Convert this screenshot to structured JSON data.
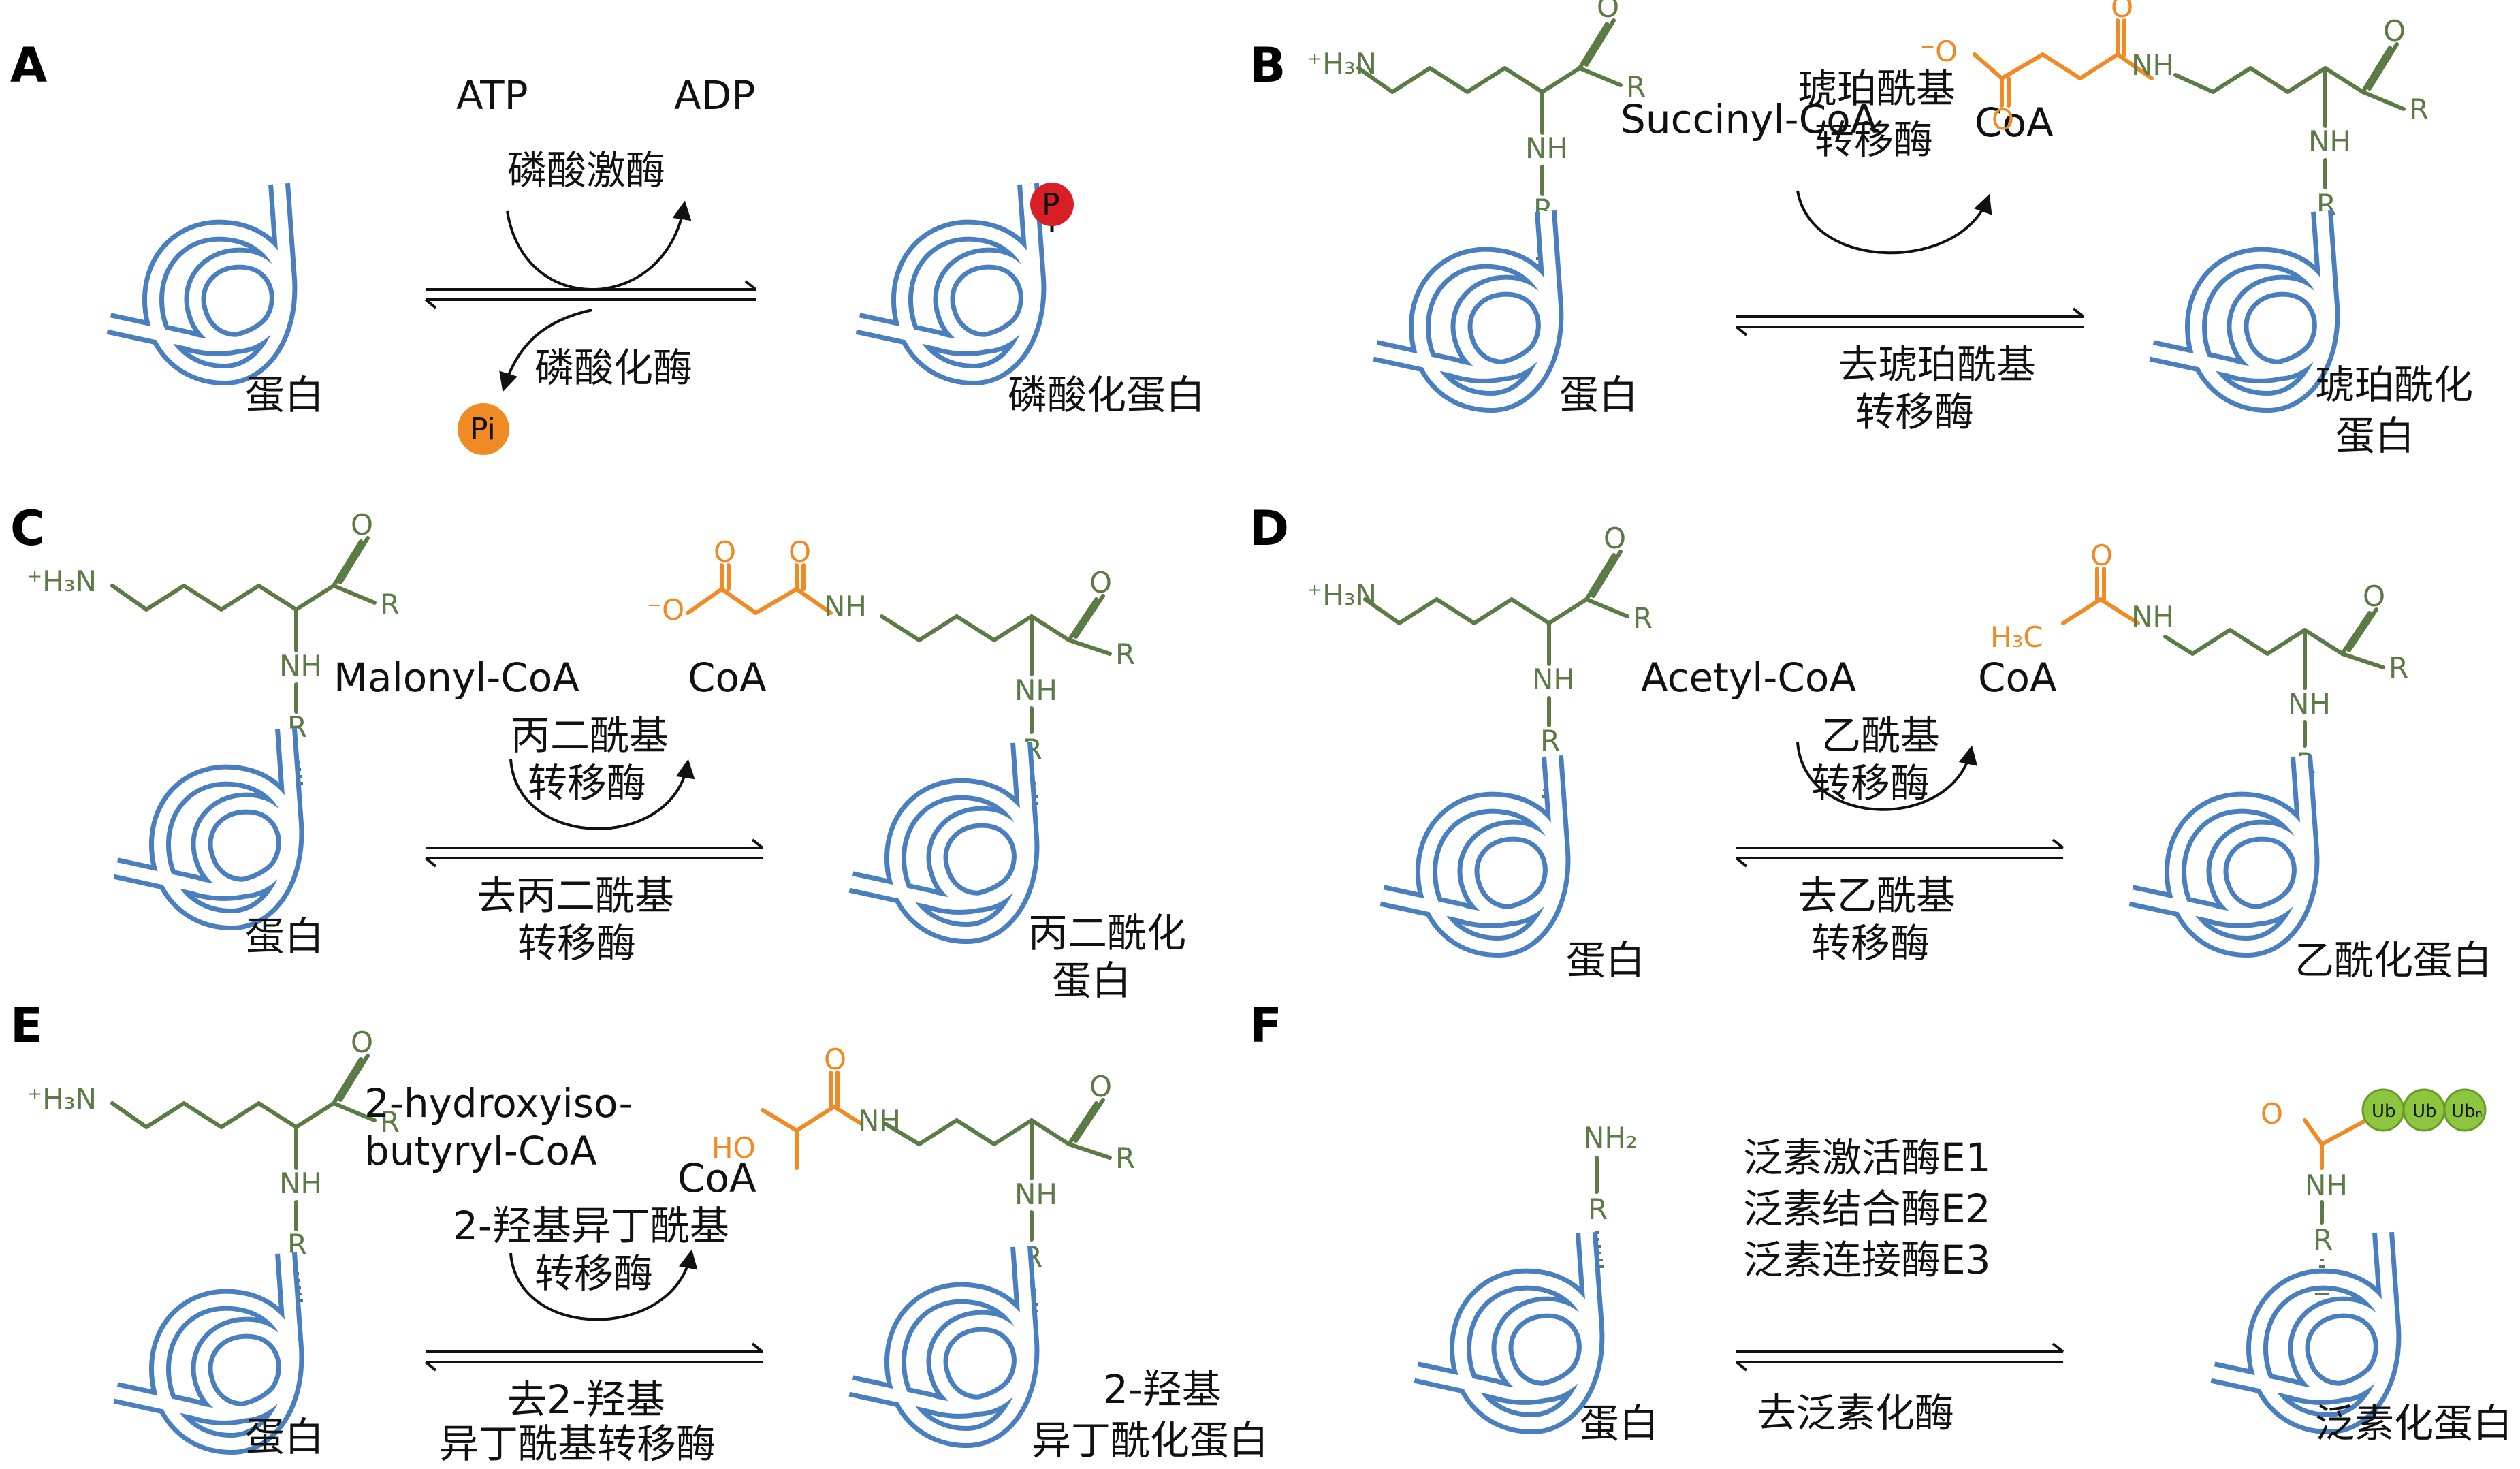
{
  "colors": {
    "protein": "#4a7fbf",
    "lysine": "#5b7a45",
    "modifier": "#f08a24",
    "phosphate": "#d81f26",
    "ubiquitin": "#8cc63f"
  },
  "icons": [
    "protein-coil-icon",
    "phosphate-ball-icon",
    "ubiquitin-ball-icon"
  ],
  "chem": {
    "h3n": "⁺H₃N",
    "o": "O",
    "r": "R",
    "nh": "NH",
    "nh2": "NH₂",
    "minus_o": "⁻O",
    "h3c": "H₃C",
    "ho": "HO",
    "p": "P",
    "pi": "Pi",
    "ub": "Ub",
    "ubn": "Ubₙ"
  },
  "panels": {
    "A": {
      "letter": "A",
      "atp": "ATP",
      "adp": "ADP",
      "kinase": "磷酸激酶",
      "phosphatase": "磷酸化酶",
      "protein": "蛋白",
      "product": "磷酸化蛋白"
    },
    "B": {
      "letter": "B",
      "donor": "Succinyl-CoA",
      "coa": "CoA",
      "enzyme1": "琥珀酰基",
      "enzyme2": "转移酶",
      "rev1": "去琥珀酰基",
      "rev2": "转移酶",
      "protein": "蛋白",
      "product1": "琥珀酰化",
      "product2": "蛋白"
    },
    "C": {
      "letter": "C",
      "donor": "Malonyl-CoA",
      "coa": "CoA",
      "enzyme1": "丙二酰基",
      "enzyme2": "转移酶",
      "rev1": "去丙二酰基",
      "rev2": "转移酶",
      "protein": "蛋白",
      "product1": "丙二酰化",
      "product2": "蛋白"
    },
    "D": {
      "letter": "D",
      "donor": "Acetyl-CoA",
      "coa": "CoA",
      "enzyme1": "乙酰基",
      "enzyme2": "转移酶",
      "rev1": "去乙酰基",
      "rev2": "转移酶",
      "protein": "蛋白",
      "product": "乙酰化蛋白"
    },
    "E": {
      "letter": "E",
      "donor1": "2-hydroxyiso-",
      "donor2": "butyryl-CoA",
      "coa": "CoA",
      "enzyme1": "2-羟基异丁酰基",
      "enzyme2": "转移酶",
      "rev1": "去2-羟基",
      "rev2": "异丁酰基转移酶",
      "protein": "蛋白",
      "product1": "2-羟基",
      "product2": "异丁酰化蛋白"
    },
    "F": {
      "letter": "F",
      "e1": "泛素激活酶E1",
      "e2": "泛素结合酶E2",
      "e3": "泛素连接酶E3",
      "rev": "去泛素化酶",
      "protein": "蛋白",
      "product": "泛素化蛋白"
    }
  }
}
